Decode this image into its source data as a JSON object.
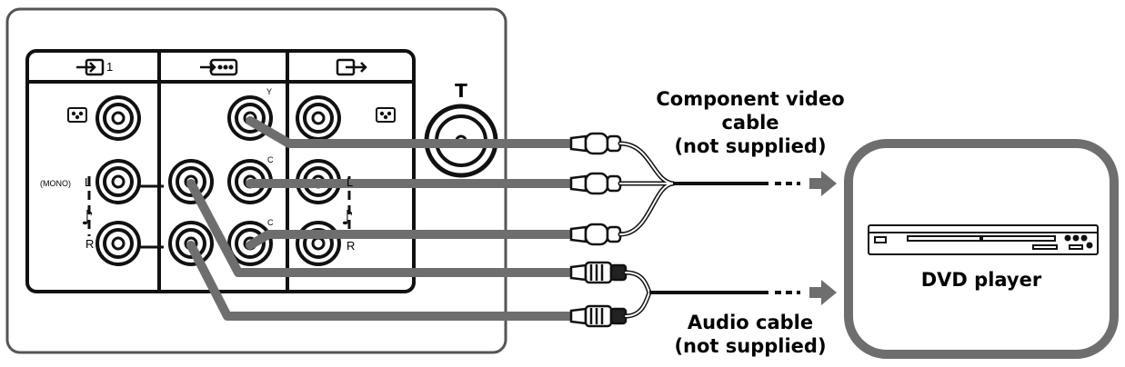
{
  "panel": {
    "input1_number": "1",
    "antenna_symbol": "T",
    "mono_label": "(MONO)",
    "left_l": "L",
    "left_r": "R",
    "right_l": "L",
    "right_r": "R",
    "y_label": "Y",
    "cb_label": "C",
    "cr_label": "C"
  },
  "cables": {
    "component_title": "Component video\ncable\n(not supplied)",
    "audio_title": "Audio cable\n(not supplied)"
  },
  "device": {
    "name": "DVD player"
  },
  "icons": [
    "input-1-icon",
    "component-input-icon",
    "output-icon",
    "video-icon",
    "audio-note-icon",
    "arrow-right-icon",
    "dvd-player-icon"
  ]
}
